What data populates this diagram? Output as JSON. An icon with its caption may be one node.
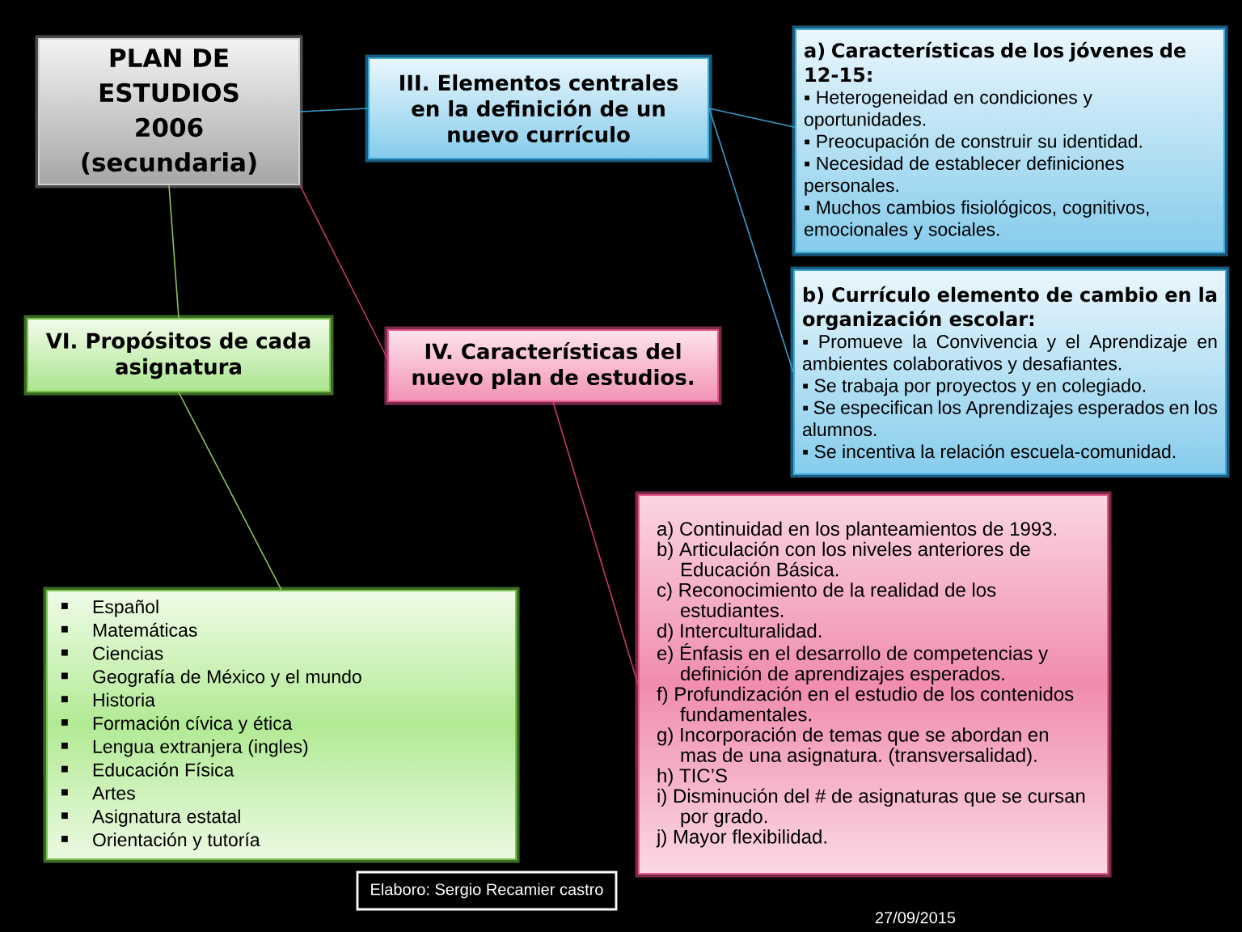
{
  "diagram": {
    "nodes": [
      {
        "text": [
          "PLAN DE ESTUDIOS 2006 (secundaria)"
        ]
      },
      {
        "text": [
          "III. Elementos centrales en la definición de un nuevo currículo"
        ]
      },
      {
        "text": [
          "a) Características de los jóvenes de 12-15:",
          "▪ Heterogeneidad en condiciones y oportunidades.",
          "▪ Preocupación de construir su identidad.",
          "▪ Necesidad de establecer definiciones personales.",
          "▪ Muchos cambios fisiológicos, cognitivos, emocionales y sociales."
        ]
      },
      {
        "text": [
          "b) Currículo elemento de cambio en la organización escolar:",
          "▪ Promueve la Convivencia y el Aprendizaje en ambientes colaborativos y desafiantes.",
          "▪ Se trabaja por proyectos y en colegiado.",
          "▪ Se especifican los Aprendizajes esperados en los alumnos.",
          "▪ Se incentiva la relación escuela-comunidad."
        ]
      },
      {
        "text": [
          "IV. Características del nuevo plan de estudios."
        ]
      },
      {
        "text": [
          "VI. Propósitos de cada asignatura"
        ]
      },
      {
        "text": [
          "a) Continuidad en los planteamientos de 1993.",
          "b) Articulación con los niveles anteriores de Educación Básica.",
          "c) Reconocimiento de la realidad de los estudiantes.",
          "d) Interculturalidad.",
          "e) Énfasis en el desarrollo de competencias y definición de aprendizajes esperados.",
          "f) Profundización en el estudio de los contenidos fundamentales.",
          "g) Incorporación de temas que se abordan en mas de una asignatura. (transversalidad).",
          "h) TIC’S",
          "i) Disminución del # de asignaturas que se cursan por grado.",
          "j) Mayor flexibilidad."
        ]
      },
      {
        "text": [
          "Español",
          "Matemáticas",
          "Ciencias",
          "Geografía de México y el mundo",
          "Historia",
          "Formación cívica y ética",
          "Lengua extranjera (ingles)",
          "Educación Física",
          "Artes",
          "Asignatura estatal",
          "Orientación y tutoría"
        ]
      },
      {
        "text": [
          "Elaboro: Sergio Recamier castro"
        ]
      }
    ],
    "edges": [
      {
        "from": 0,
        "to": 1,
        "arrow": "none"
      },
      {
        "from": 1,
        "to": 2,
        "arrow": "none"
      },
      {
        "from": 1,
        "to": 3,
        "arrow": "none"
      },
      {
        "from": 0,
        "to": 4,
        "arrow": "none",
        "color": "#c8386c"
      },
      {
        "from": 0,
        "to": 5,
        "arrow": "none",
        "color": "#8cc05a"
      },
      {
        "from": 4,
        "to": 6,
        "arrow": "none",
        "color": "#c8386c"
      },
      {
        "from": 5,
        "to": 7,
        "arrow": "none",
        "color": "#8cc05a"
      }
    ],
    "labels": [
      "27/09/2015"
    ]
  }
}
